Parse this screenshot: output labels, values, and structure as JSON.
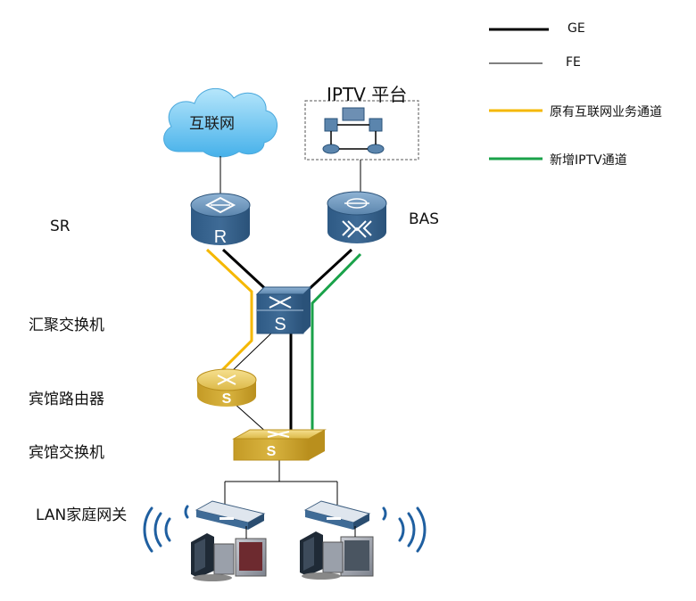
{
  "legend": {
    "ge": "GE",
    "fe": "FE",
    "orig_internet": "原有互联网业务通道",
    "new_iptv": "新增IPTV通道"
  },
  "nodes": {
    "internet": "互联网",
    "iptv_platform": "IPTV 平台",
    "sr": "SR",
    "bas": "BAS",
    "aggregation_switch": "汇聚交换机",
    "hotel_router": "宾馆路由器",
    "hotel_switch": "宾馆交换机",
    "lan_gateway": "LAN家庭网关"
  },
  "icon_letters": {
    "router": "R",
    "switch": "S"
  },
  "colors": {
    "ge_line": "#000000",
    "fe_line": "#000000",
    "internet_path": "#f5b800",
    "iptv_path": "#1aa24a",
    "device_blue": "#3f6b96",
    "device_gold": "#d8b43a",
    "cloud": "#6ec6f2"
  }
}
